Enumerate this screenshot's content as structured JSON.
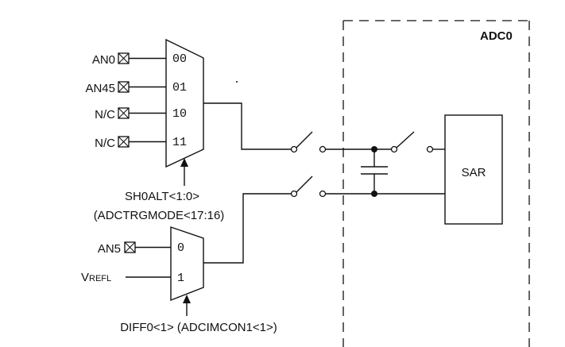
{
  "block_label": "ADC0",
  "sar_label": "SAR",
  "mux1": {
    "inputs": [
      {
        "pin": "AN0",
        "code": "00"
      },
      {
        "pin": "AN45",
        "code": "01"
      },
      {
        "pin": "N/C",
        "code": "10"
      },
      {
        "pin": "N/C",
        "code": "11"
      }
    ],
    "select_line1": "SH0ALT<1:0>",
    "select_line2": "(ADCTRGMODE<17:16)"
  },
  "mux2": {
    "inputs": [
      {
        "pin": "AN5",
        "code": "0"
      },
      {
        "pin_prefix": "V",
        "pin_sub": "REFL",
        "code": "1"
      }
    ],
    "select_label": "DIFF0<1> (ADCIMCON1<1>)"
  }
}
